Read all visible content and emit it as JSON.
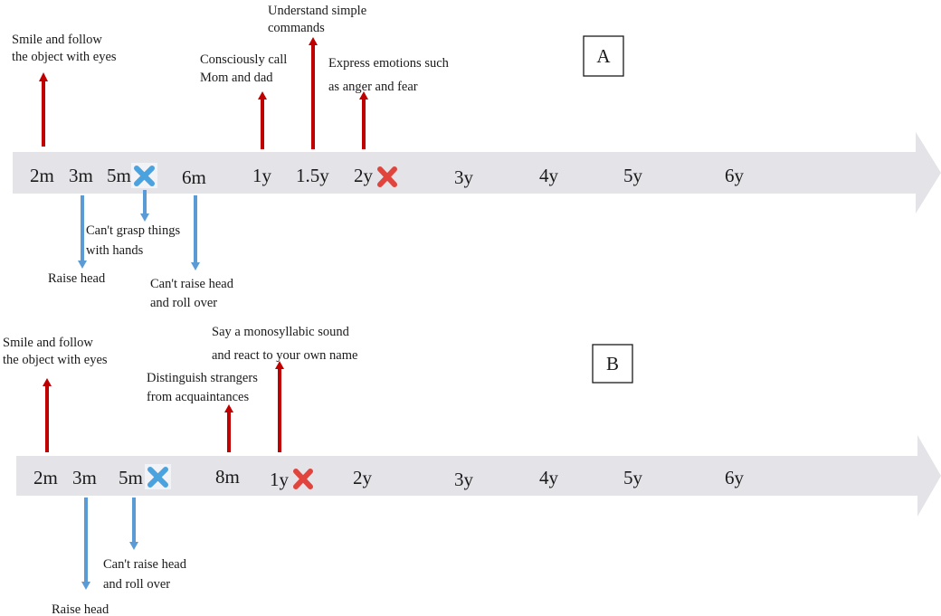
{
  "colors": {
    "timeline_band": "#e3e3e8",
    "arrow_up": "#c00000",
    "arrow_down": "#5b9bd5",
    "cross_red": "#e0443c",
    "cross_blue": "#4aa3df",
    "cross_bg": "#f2f3f6",
    "text": "#1a1a1a"
  },
  "panels": [
    {
      "id": "A",
      "label": "A",
      "ticks": [
        "2m",
        "3m",
        "5m",
        "6m",
        "1y",
        "1.5y",
        "2y",
        "3y",
        "4y",
        "5y",
        "6y"
      ],
      "milestones_up": [
        {
          "tick": "2m",
          "text": [
            "Smile and follow",
            "the object with eyes"
          ]
        },
        {
          "tick": "1y",
          "text": [
            "Consciously call",
            "Mom and dad"
          ]
        },
        {
          "tick": "1.5y",
          "text": [
            "Understand simple",
            "commands"
          ]
        },
        {
          "tick": "2y",
          "text": [
            "Express emotions such",
            "as anger and fear"
          ]
        }
      ],
      "milestones_down": [
        {
          "tick": "3m",
          "text": [
            "Raise head"
          ]
        },
        {
          "tick": "5m",
          "text": [
            "Can't grasp things",
            "with hands"
          ]
        },
        {
          "tick": "6m",
          "text": [
            "Can't raise  head",
            "and roll over"
          ]
        }
      ],
      "markers": [
        {
          "after_tick": "5m",
          "icon": "blue-cross-icon"
        },
        {
          "after_tick": "2y",
          "icon": "red-cross-icon"
        }
      ]
    },
    {
      "id": "B",
      "label": "B",
      "ticks": [
        "2m",
        "3m",
        "5m",
        "8m",
        "1y",
        "2y",
        "3y",
        "4y",
        "5y",
        "6y"
      ],
      "milestones_up": [
        {
          "tick": "2m",
          "text": [
            "Smile and follow",
            "the object with eyes"
          ]
        },
        {
          "tick": "8m",
          "text": [
            "Distinguish strangers",
            "from acquaintances"
          ]
        },
        {
          "tick": "1y",
          "text": [
            "Say a monosyllabic sound",
            "and react to your own name"
          ]
        }
      ],
      "milestones_down": [
        {
          "tick": "3m",
          "text": [
            "Raise head"
          ]
        },
        {
          "tick": "5m",
          "text": [
            "Can't raise  head",
            "and roll over"
          ]
        }
      ],
      "markers": [
        {
          "after_tick": "5m",
          "icon": "blue-cross-icon"
        },
        {
          "after_tick": "1y",
          "icon": "red-cross-icon"
        }
      ]
    }
  ]
}
